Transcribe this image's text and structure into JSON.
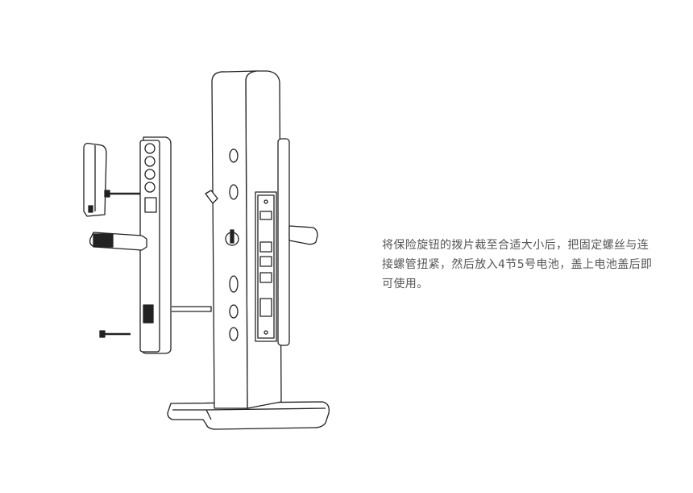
{
  "caption": {
    "lines": [
      "将保险旋钮的拨片裁至合适大小后，把固定螺丝与连",
      "接螺管扭紧，然后放入4节5号电池，盖上电池盖后即",
      "可使用。"
    ]
  }
}
